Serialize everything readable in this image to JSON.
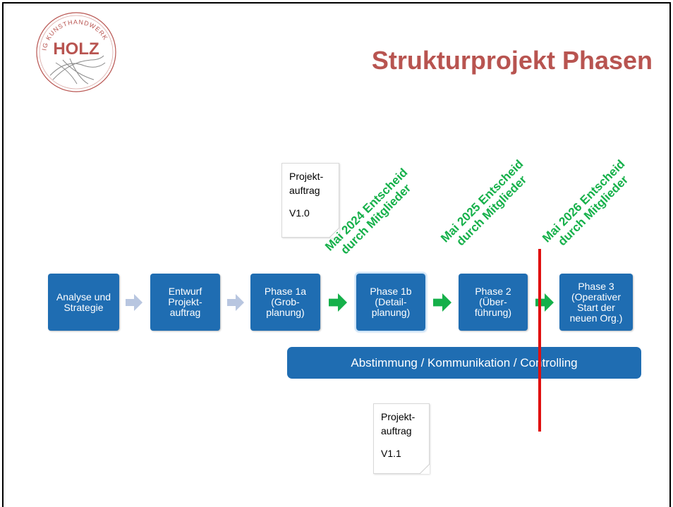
{
  "slide": {
    "title": "Strukturprojekt Phasen",
    "logo": {
      "arc_text": "IG KUNSTHANDWERK",
      "word": "HOLZ",
      "ring_color": "#b85450"
    }
  },
  "phases": [
    {
      "label": "Analyse und\nStrategie",
      "highlight": false
    },
    {
      "label": "Entwurf\nProjekt-\nauftrag",
      "highlight": false
    },
    {
      "label": "Phase 1a\n(Grob-\nplanung)",
      "highlight": false
    },
    {
      "label": "Phase 1b\n(Detail-\nplanung)",
      "highlight": true
    },
    {
      "label": "Phase 2\n(Über-\nführung)",
      "highlight": false
    },
    {
      "label": "Phase 3\n(Operativer\nStart der\nneuen Org.)",
      "highlight": false
    }
  ],
  "arrows": [
    {
      "color": "#b8c6e0",
      "icon": "arrow-right-icon"
    },
    {
      "color": "#b8c6e0",
      "icon": "arrow-right-icon"
    },
    {
      "color": "#15b04a",
      "icon": "arrow-right-icon"
    },
    {
      "color": "#15b04a",
      "icon": "arrow-right-icon"
    },
    {
      "color": "#15b04a",
      "icon": "arrow-right-icon"
    }
  ],
  "decisions": [
    {
      "line1": "Mai 2024 Entscheid",
      "line2": "durch Mitglieder"
    },
    {
      "line1": "Mai 2025 Entscheid",
      "line2": "durch Mitglieder"
    },
    {
      "line1": "Mai 2026 Entscheid",
      "line2": "durch Mitglieder"
    }
  ],
  "bar": {
    "label": "Abstimmung / Kommunikation / Controlling"
  },
  "notes": [
    {
      "line1": "Projekt-",
      "line2": "auftrag",
      "version": "V1.0"
    },
    {
      "line1": "Projekt-",
      "line2": "auftrag",
      "version": "V1.1"
    }
  ],
  "colors": {
    "box": "#1f6db2",
    "title": "#b85450",
    "decision": "#15b04a",
    "marker": "#e01010"
  }
}
